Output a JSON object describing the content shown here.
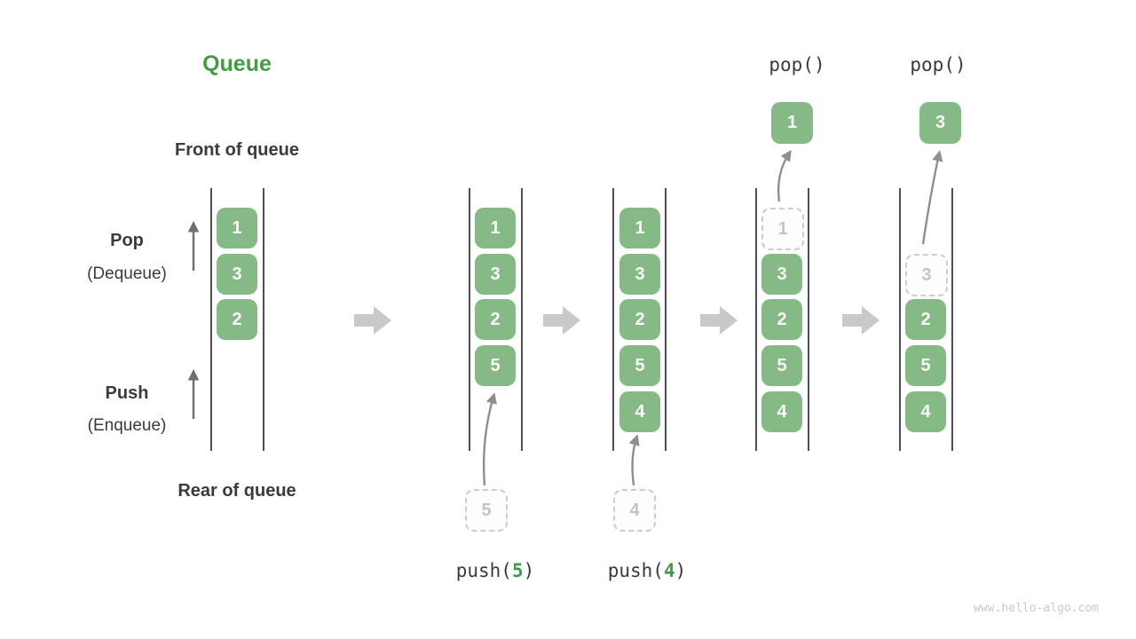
{
  "title": "Queue",
  "labels": {
    "front": "Front of queue",
    "rear": "Rear of queue",
    "pop": "Pop",
    "pop_sub": "(Dequeue)",
    "push": "Push",
    "push_sub": "(Enqueue)"
  },
  "colors": {
    "box_green": "#85b985",
    "accent_green": "#429b45",
    "dark_text": "#3b3b3b",
    "tube_line": "#4f4f4f",
    "block_arrow_gray": "#c9c9c9",
    "thin_arrow_dark": "#6e6e6e",
    "thin_arrow_light": "#8f8f8f",
    "dashed_border": "#cccccc",
    "dashed_text": "#c4c4c4",
    "watermark_gray": "#c9c9c9"
  },
  "stages": [
    {
      "cells": [
        {
          "value": "1"
        },
        {
          "value": "3"
        },
        {
          "value": "2"
        }
      ]
    },
    {
      "cells": [
        {
          "value": "1"
        },
        {
          "value": "3"
        },
        {
          "value": "2"
        },
        {
          "value": "5"
        }
      ],
      "incoming": {
        "value": "5"
      },
      "call": {
        "fn": "push(",
        "arg": "5",
        "close": ")"
      }
    },
    {
      "cells": [
        {
          "value": "1"
        },
        {
          "value": "3"
        },
        {
          "value": "2"
        },
        {
          "value": "5"
        },
        {
          "value": "4"
        }
      ],
      "incoming": {
        "value": "4"
      },
      "call": {
        "fn": "push(",
        "arg": "4",
        "close": ")"
      }
    },
    {
      "cells": [
        {
          "value": "1",
          "state": "dashed"
        },
        {
          "value": "3"
        },
        {
          "value": "2"
        },
        {
          "value": "5"
        },
        {
          "value": "4"
        }
      ],
      "popped": {
        "value": "1"
      },
      "call": {
        "fn": "pop()"
      }
    },
    {
      "cells": [
        {
          "value": "3",
          "state": "dashed"
        },
        {
          "value": "2"
        },
        {
          "value": "5"
        },
        {
          "value": "4"
        }
      ],
      "popped": {
        "value": "3"
      },
      "call": {
        "fn": "pop()"
      }
    }
  ],
  "watermark": "www.hello-algo.com"
}
